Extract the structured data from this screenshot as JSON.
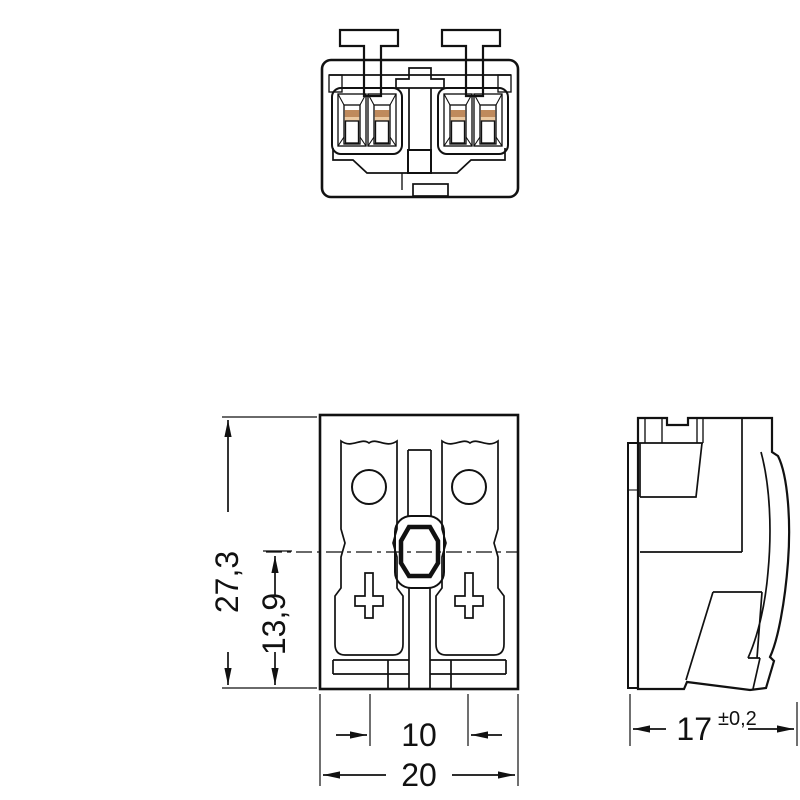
{
  "drawing": {
    "dimensions": {
      "total_height": "27,3",
      "lower_height": "13,9",
      "pole_pitch": "10",
      "total_width": "20",
      "depth_value": "17",
      "depth_tolerance": "±0,2"
    },
    "colors": {
      "line": "#111111",
      "wire_entry": "#f7b17c",
      "clamp_yellow": "#e7e000",
      "clamp_tan": "#bf8a5c",
      "clamp_tan_light": "#eccaa2",
      "background": "#ffffff"
    }
  }
}
